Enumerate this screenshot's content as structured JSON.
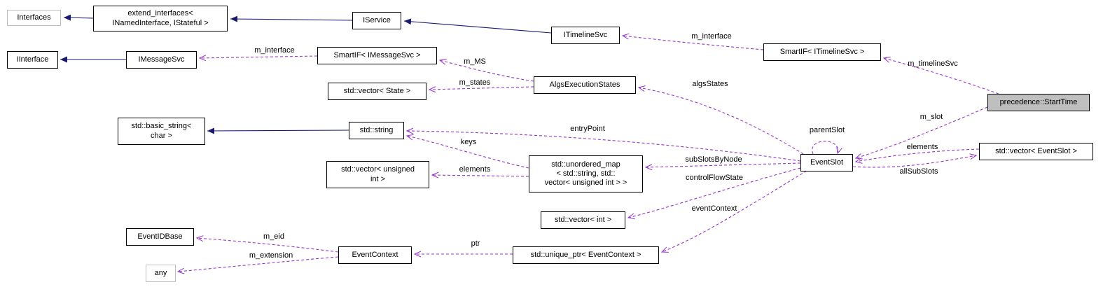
{
  "nodes": {
    "interfaces": {
      "label": "Interfaces"
    },
    "extend_interfaces": {
      "label": "extend_interfaces<\nINamedInterface, IStateful >"
    },
    "iservice": {
      "label": "IService"
    },
    "itimelinesvc": {
      "label": "ITimelineSvc"
    },
    "smartif_itimelinesvc": {
      "label": "SmartIF< ITimelineSvc >"
    },
    "iinterface": {
      "label": "IInterface"
    },
    "imessagesvc": {
      "label": "IMessageSvc"
    },
    "smartif_imessagesvc": {
      "label": "SmartIF< IMessageSvc >"
    },
    "vector_state": {
      "label": "std::vector< State >"
    },
    "algsexecutionstates": {
      "label": "AlgsExecutionStates"
    },
    "precedence_starttime": {
      "label": "precedence::StartTime"
    },
    "basic_string": {
      "label": "std::basic_string<\nchar >"
    },
    "std_string": {
      "label": "std::string"
    },
    "eventslot": {
      "label": "EventSlot"
    },
    "vector_eventslot": {
      "label": "std::vector< EventSlot >"
    },
    "vector_unsigned_int": {
      "label": "std::vector< unsigned\nint >"
    },
    "unordered_map": {
      "label": "std::unordered_map\n< std::string, std::\nvector< unsigned int > >"
    },
    "vector_int": {
      "label": "std::vector< int >"
    },
    "eventidbase": {
      "label": "EventIDBase"
    },
    "eventcontext": {
      "label": "EventContext"
    },
    "unique_ptr_eventcontext": {
      "label": "std::unique_ptr< EventContext >"
    },
    "any": {
      "label": "any"
    }
  },
  "edge_labels": {
    "m_interface_msg": "m_interface",
    "m_ms": "m_MS",
    "m_states": "m_states",
    "m_interface_timeline": "m_interface",
    "m_timelinesvc": "m_timelineSvc",
    "algsstates": "algsStates",
    "entrypoint": "entryPoint",
    "keys": "keys",
    "elements_map": "elements",
    "subslotsbynode": "subSlotsByNode",
    "controlflowstate": "controlFlowState",
    "eventcontext": "eventContext",
    "parentslot": "parentSlot",
    "m_slot": "m_slot",
    "elements_vec": "elements",
    "allsubslots": "allSubSlots",
    "m_eid": "m_eid",
    "m_extension": "m_extension",
    "ptr": "ptr"
  },
  "colors": {
    "inheritance": "#191970",
    "usage": "#9a32cd",
    "node_border": "#000000",
    "external_border": "#bdbdbd",
    "highlight_fill": "#bfbfbf"
  }
}
